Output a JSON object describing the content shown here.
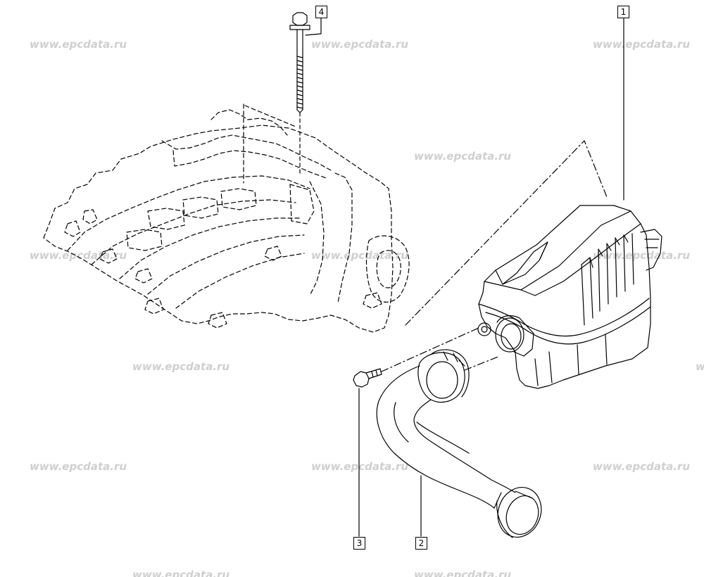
{
  "watermark": "www.epcdata.ru",
  "callouts": {
    "c1": "1",
    "c2": "2",
    "c3": "3",
    "c4": "4"
  },
  "colors": {
    "line": "#000000",
    "watermark": "#cfcfcf",
    "background": "#ffffff"
  }
}
